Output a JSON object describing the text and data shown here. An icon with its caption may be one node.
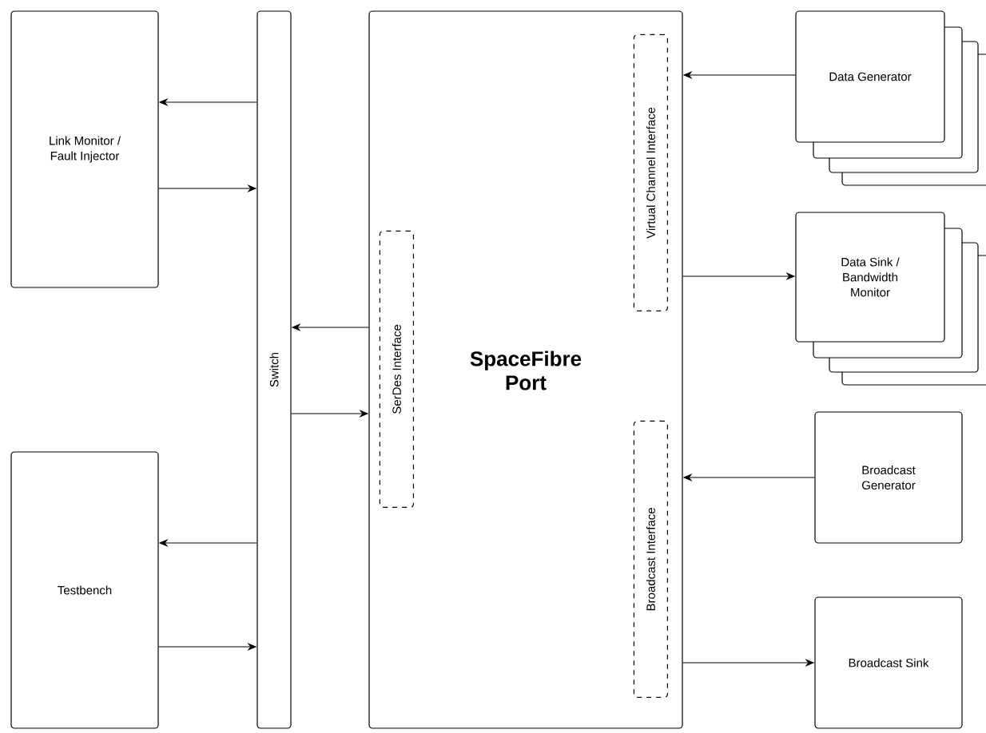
{
  "diagram": {
    "nodes": [
      {
        "text": [
          "Link Monitor / Fault Injector"
        ]
      },
      {
        "text": [
          "Testbench"
        ]
      },
      {
        "text": [
          "Switch"
        ]
      },
      {
        "text": [
          "SpaceFibre Port"
        ]
      },
      {
        "text": [
          "SerDes Interface"
        ],
        "in": 3
      },
      {
        "text": [
          "Virtual Channel Interface"
        ],
        "in": 3
      },
      {
        "text": [
          "Broadcast Interface"
        ],
        "in": 3
      },
      {
        "text": [
          "Data Generator"
        ]
      },
      {
        "text": [
          "Data Sink / Bandwidth Monitor"
        ]
      },
      {
        "text": [
          "Broadcast Generator"
        ]
      },
      {
        "text": [
          "Broadcast Sink"
        ]
      }
    ],
    "edges": [
      {
        "from": 2,
        "to": 0,
        "arrow": "to"
      },
      {
        "from": 0,
        "to": 2,
        "arrow": "to"
      },
      {
        "from": 2,
        "to": 1,
        "arrow": "to"
      },
      {
        "from": 1,
        "to": 2,
        "arrow": "to"
      },
      {
        "from": 3,
        "to": 2,
        "arrow": "to"
      },
      {
        "from": 2,
        "to": 3,
        "arrow": "to"
      },
      {
        "from": 7,
        "to": 3,
        "arrow": "to"
      },
      {
        "from": 3,
        "to": 8,
        "arrow": "to"
      },
      {
        "from": 9,
        "to": 3,
        "arrow": "to"
      },
      {
        "from": 3,
        "to": 10,
        "arrow": "to"
      }
    ]
  }
}
